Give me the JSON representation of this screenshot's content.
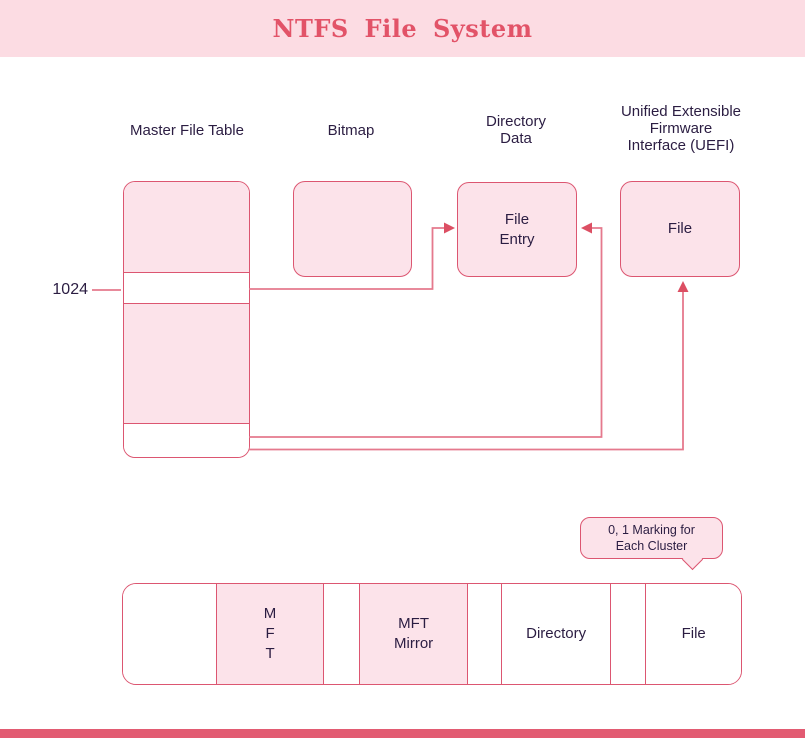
{
  "title": "NTFS File System",
  "palette": {
    "header_bg": "#fcdce3",
    "title_text": "#e25368",
    "box_fill": "#fce3ea",
    "box_border": "#dc5671",
    "dark_text": "#2b1d42",
    "connector_line": "#e5798d",
    "arrow_fill": "#dc4f63",
    "footer_bar": "#e25b72"
  },
  "column_labels": [
    {
      "id": "master-file-table",
      "text": "Master File Table"
    },
    {
      "id": "bitmap",
      "text": "Bitmap"
    },
    {
      "id": "directory-data",
      "text": "Directory\nData"
    },
    {
      "id": "uefi",
      "text": "Unified Extensible\nFirmware\nInterface (UEFI)"
    }
  ],
  "mft_table": {
    "row_value": "1024"
  },
  "boxes": {
    "file_entry_label": "File\nEntry",
    "uefi_file_label": "File"
  },
  "callout": {
    "text": "0, 1 Marking for\nEach Cluster"
  },
  "cluster_bar": {
    "segments": [
      {
        "label": "",
        "highlighted": false
      },
      {
        "label": "M\nF\nT",
        "highlighted": true
      },
      {
        "label": "",
        "highlighted": false
      },
      {
        "label": "MFT\nMirror",
        "highlighted": true
      },
      {
        "label": "",
        "highlighted": false
      },
      {
        "label": "Directory",
        "highlighted": false
      },
      {
        "label": "",
        "highlighted": false
      },
      {
        "label": "File",
        "highlighted": false
      }
    ]
  }
}
